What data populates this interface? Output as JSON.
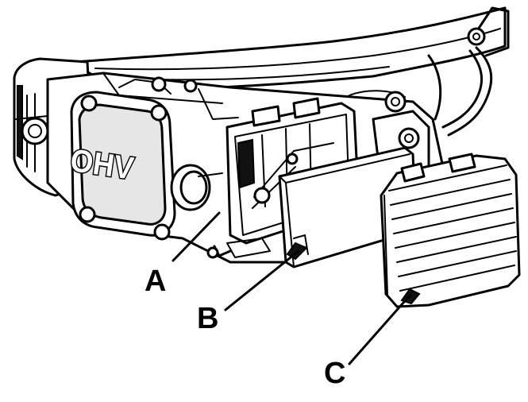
{
  "engine": {
    "valve_cover_text": "OHV"
  },
  "callouts": [
    {
      "id": "A",
      "label": "A"
    },
    {
      "id": "B",
      "label": "B"
    },
    {
      "id": "C",
      "label": "C"
    }
  ],
  "colors": {
    "line": "#000000",
    "background": "#ffffff",
    "shade": "#e6e6e6"
  }
}
